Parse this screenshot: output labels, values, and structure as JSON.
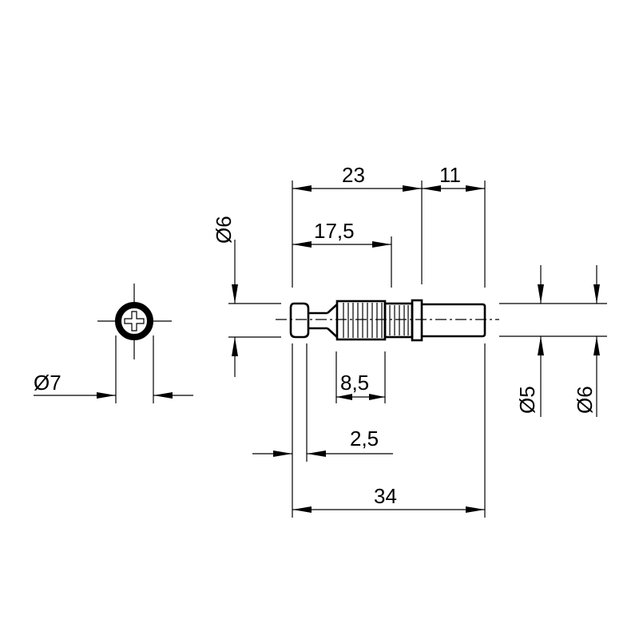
{
  "drawing": {
    "end_view": {
      "diameter_label": "Ø7"
    },
    "side_view": {
      "dim_23": "23",
      "dim_11": "11",
      "dim_17_5": "17,5",
      "dim_8_5": "8,5",
      "dim_2_5": "2,5",
      "dim_34": "34",
      "dia_head": "Ø6",
      "dia_pin": "Ø5",
      "dia_pin_outer": "Ø6"
    },
    "colors": {
      "line": "#000000",
      "background": "#ffffff"
    }
  }
}
